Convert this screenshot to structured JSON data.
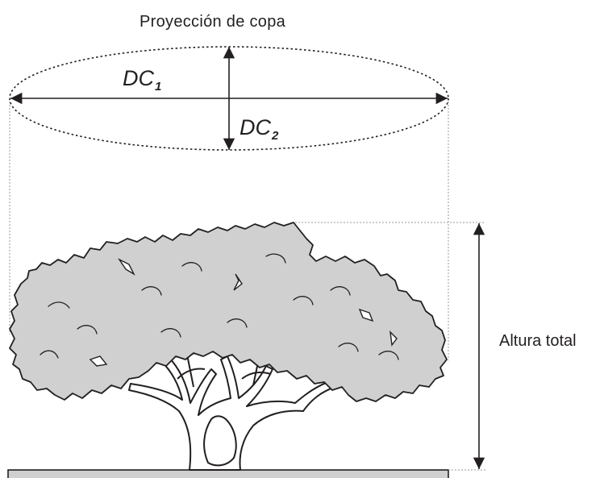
{
  "diagram": {
    "title": "Proyección de copa",
    "dc1": {
      "base": "DC",
      "subscript": "1"
    },
    "dc2": {
      "base": "DC",
      "subscript": "2"
    },
    "height_label": "Altura total"
  },
  "colors": {
    "ink": "#231f20",
    "crown_fill": "#d0d0d0",
    "ground_fill": "#d0d0d0",
    "guide_line": "#9a9a9a"
  }
}
